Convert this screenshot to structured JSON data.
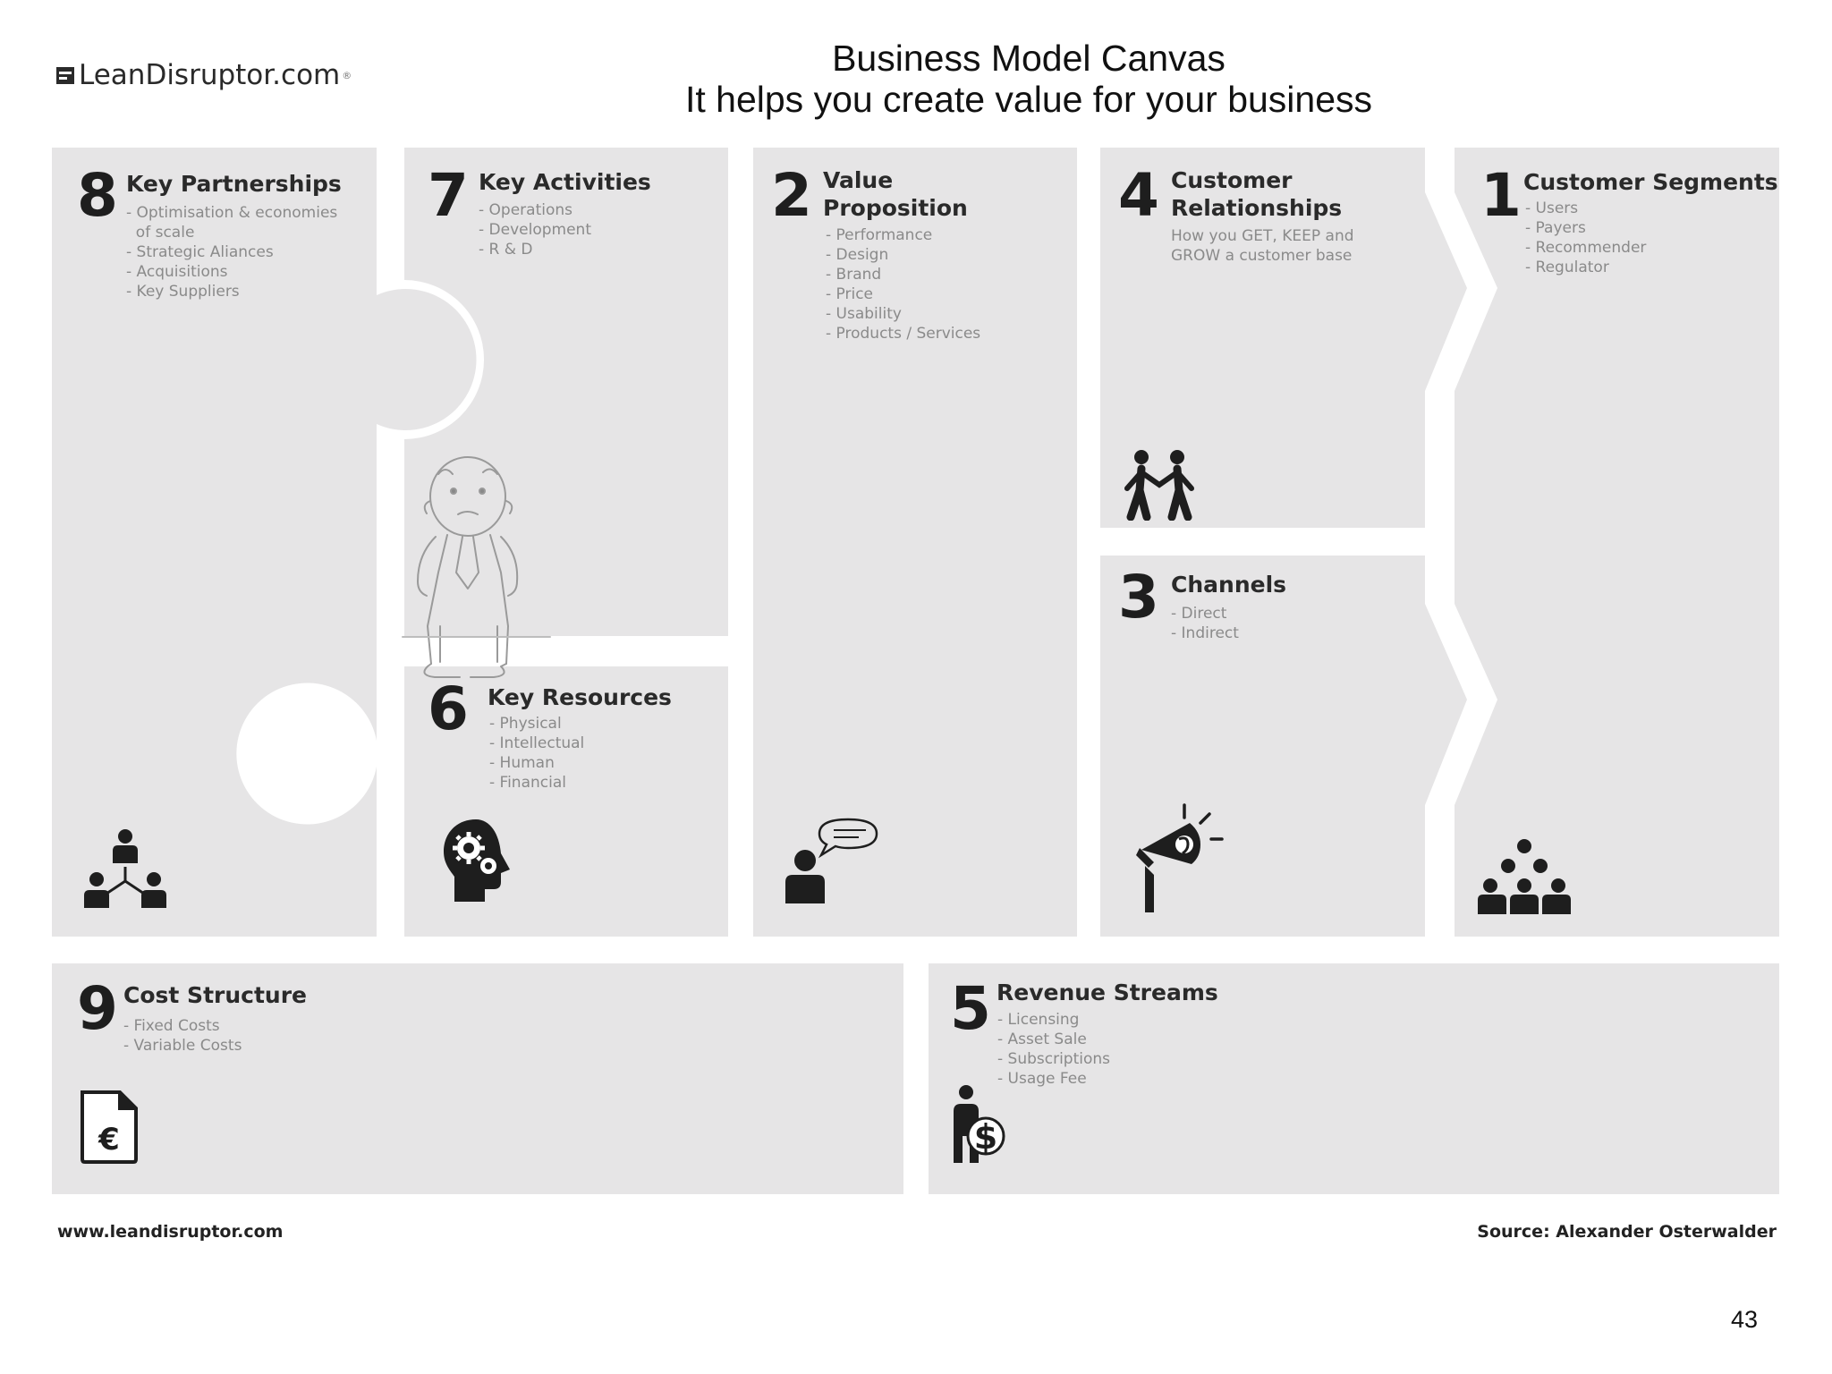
{
  "brand": {
    "logo_text": "LeanDisruptor.com",
    "registered_mark": "®"
  },
  "title": {
    "line1": "Business Model Canvas",
    "line2": "It helps you create value for your business"
  },
  "blocks": {
    "key_partnerships": {
      "number": "8",
      "heading": "Key Partnerships",
      "items": [
        "- Optimisation & economies",
        "  of scale",
        "- Strategic Aliances",
        "- Acquisitions",
        "- Key Suppliers"
      ],
      "icon": "org-network-icon"
    },
    "key_activities": {
      "number": "7",
      "heading": "Key Activities",
      "items": [
        "- Operations",
        "- Development",
        "- R & D"
      ]
    },
    "key_resources": {
      "number": "6",
      "heading": "Key Resources",
      "items": [
        "- Physical",
        "- Intellectual",
        "- Human",
        "- Financial"
      ],
      "icon": "head-gears-icon"
    },
    "value_proposition": {
      "number": "2",
      "heading_line1": "Value",
      "heading_line2": "Proposition",
      "items": [
        "- Performance",
        "- Design",
        "- Brand",
        "- Price",
        "- Usability",
        "- Products / Services"
      ],
      "icon": "person-speech-icon"
    },
    "customer_relationships": {
      "number": "4",
      "heading_line1": "Customer",
      "heading_line2": "Relationships",
      "desc_line1": "How you GET, KEEP and",
      "desc_line2": "GROW a customer base",
      "icon": "people-handshake-icon"
    },
    "channels": {
      "number": "3",
      "heading": "Channels",
      "items": [
        "- Direct",
        "- Indirect"
      ],
      "icon": "megaphone-icon"
    },
    "customer_segments": {
      "number": "1",
      "heading": "Customer Segments",
      "items": [
        "- Users",
        "- Payers",
        "- Recommender",
        "- Regulator"
      ],
      "icon": "crowd-icon"
    },
    "cost_structure": {
      "number": "9",
      "heading": "Cost Structure",
      "items": [
        "- Fixed Costs",
        "- Variable Costs"
      ],
      "icon": "euro-document-icon"
    },
    "revenue_streams": {
      "number": "5",
      "heading": "Revenue Streams",
      "items": [
        "- Licensing",
        "- Asset Sale",
        "- Subscriptions",
        "- Usage Fee"
      ],
      "icon": "person-dollar-icon"
    }
  },
  "colors": {
    "block_fill": "#e6e5e6",
    "gap": "#ffffff",
    "text_dark": "#2a2a2a",
    "text_muted": "#8a8a8a"
  },
  "footer": {
    "website": "www.leandisruptor.com",
    "source": "Source: Alexander Osterwalder"
  },
  "page_number": "43"
}
